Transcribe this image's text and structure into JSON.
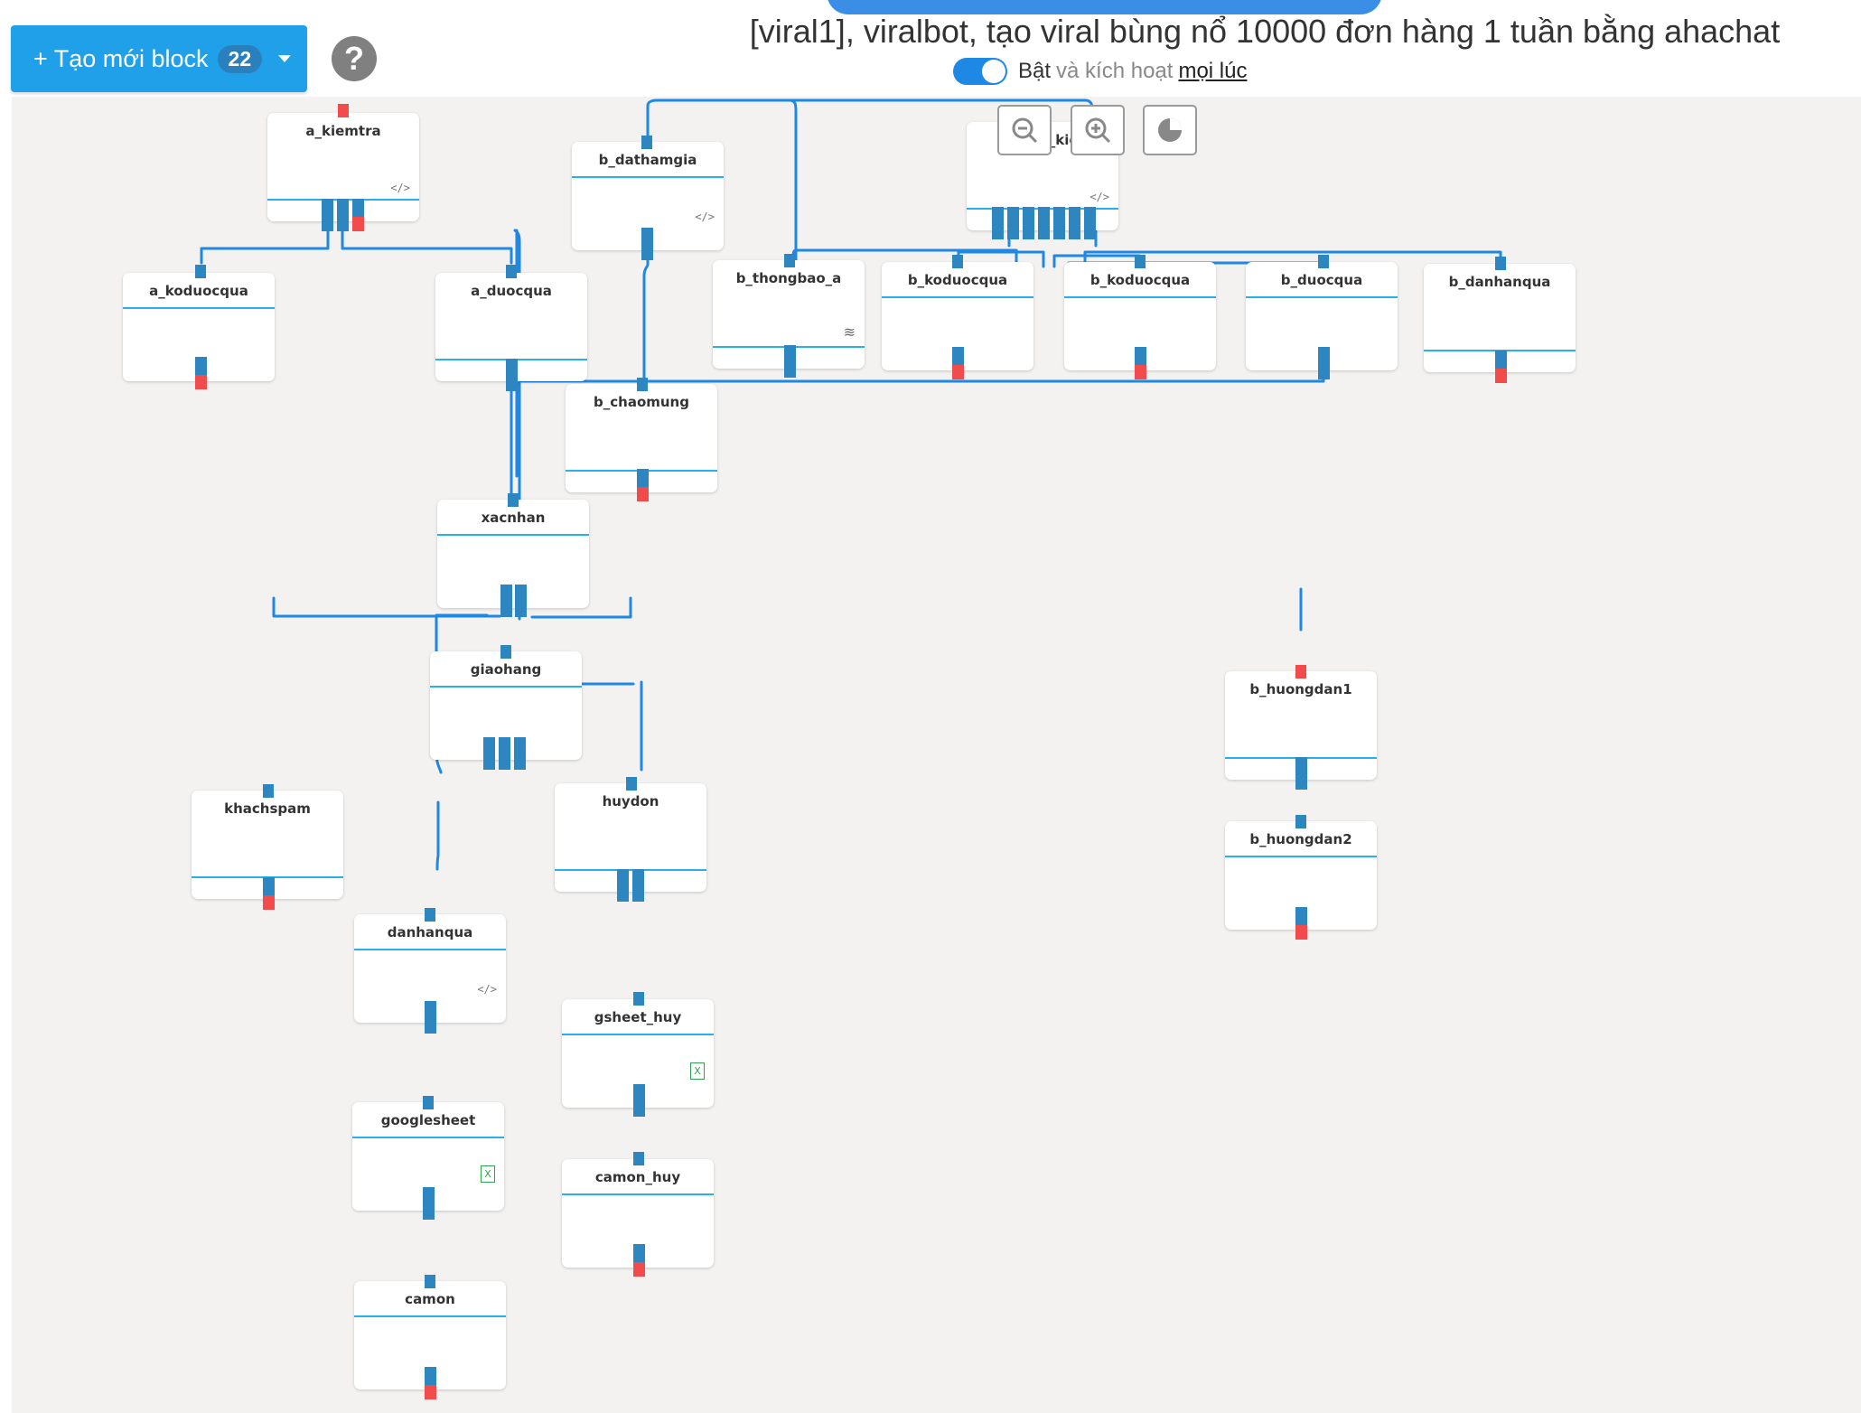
{
  "header": {
    "create_label": "+ Tạo mới block",
    "block_count": "22",
    "help_label": "?",
    "title": "[viral1], viralbot, tạo viral bùng nổ 10000 đơn hàng 1 tuần bằng ahachat"
  },
  "status": {
    "on_label": "Bật",
    "middle_label": "và kích hoạt",
    "link_label": "mọi lúc"
  },
  "zoom": {
    "zoom_out_icon": "zoom-out-icon",
    "zoom_in_icon": "zoom-in-icon",
    "chart_icon": "pie-chart-icon"
  },
  "colors": {
    "accent": "#1fa0e8",
    "wire": "#1e88e5",
    "port": "#2e86c1",
    "error_port": "#f24b4b",
    "canvas": "#f3f2f1"
  },
  "blocks": {
    "a_kiemtra": "a_kiemtra",
    "b_dathamgia": "b_dathamgia",
    "b_kiemtra": "b_kiemtra",
    "a_koduocqua": "a_koduocqua",
    "a_duocqua": "a_duocqua",
    "b_thongbao_a": "b_thongbao_a",
    "b_koduocqua_1": "b_koduocqua",
    "b_koduocqua_2": "b_koduocqua",
    "b_duocqua": "b_duocqua",
    "b_danhanqua": "b_danhanqua",
    "b_chaomung": "b_chaomung",
    "xacnhan": "xacnhan",
    "giaohang": "giaohang",
    "khachspam": "khachspam",
    "huydon": "huydon",
    "danhanqua": "danhanqua",
    "gsheet_huy": "gsheet_huy",
    "googlesheet": "googlesheet",
    "camon_huy": "camon_huy",
    "camon": "camon",
    "b_huongdan1": "b_huongdan1",
    "b_huongdan2": "b_huongdan2"
  },
  "icons": {
    "code": "</>",
    "sheet": "X",
    "wifi": "≋"
  }
}
